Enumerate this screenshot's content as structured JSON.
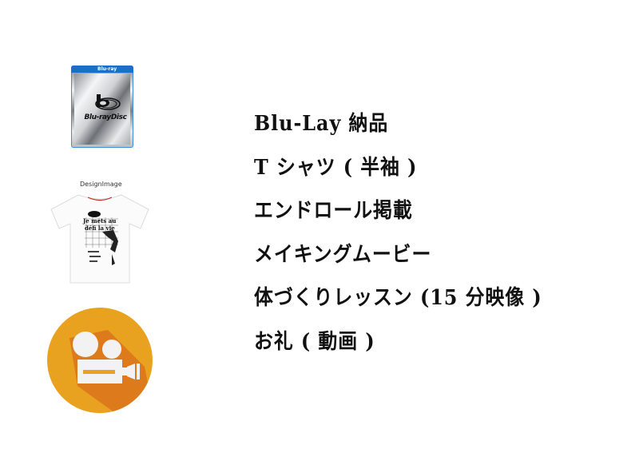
{
  "images": {
    "bluray": {
      "icon": "bluray-case-icon",
      "top_label": "Blu-ray",
      "disc_label": "Blu-rayDisc"
    },
    "tshirt": {
      "icon": "tshirt-icon",
      "caption": "DesignImage",
      "print_text": [
        "Je mets au",
        "défi la vie"
      ]
    },
    "video": {
      "icon": "video-camera-icon",
      "circle_color": "#e8a21f",
      "shadow_color": "#dc7a1c",
      "glyph_color": "#f2f2f2"
    }
  },
  "items": [
    "Blu-Lay 納品",
    "T シャツ ( 半袖 )",
    "エンドロール掲載",
    "メイキングムービー",
    "体づくりレッスン (15 分映像 )",
    "お礼 ( 動画 )"
  ]
}
